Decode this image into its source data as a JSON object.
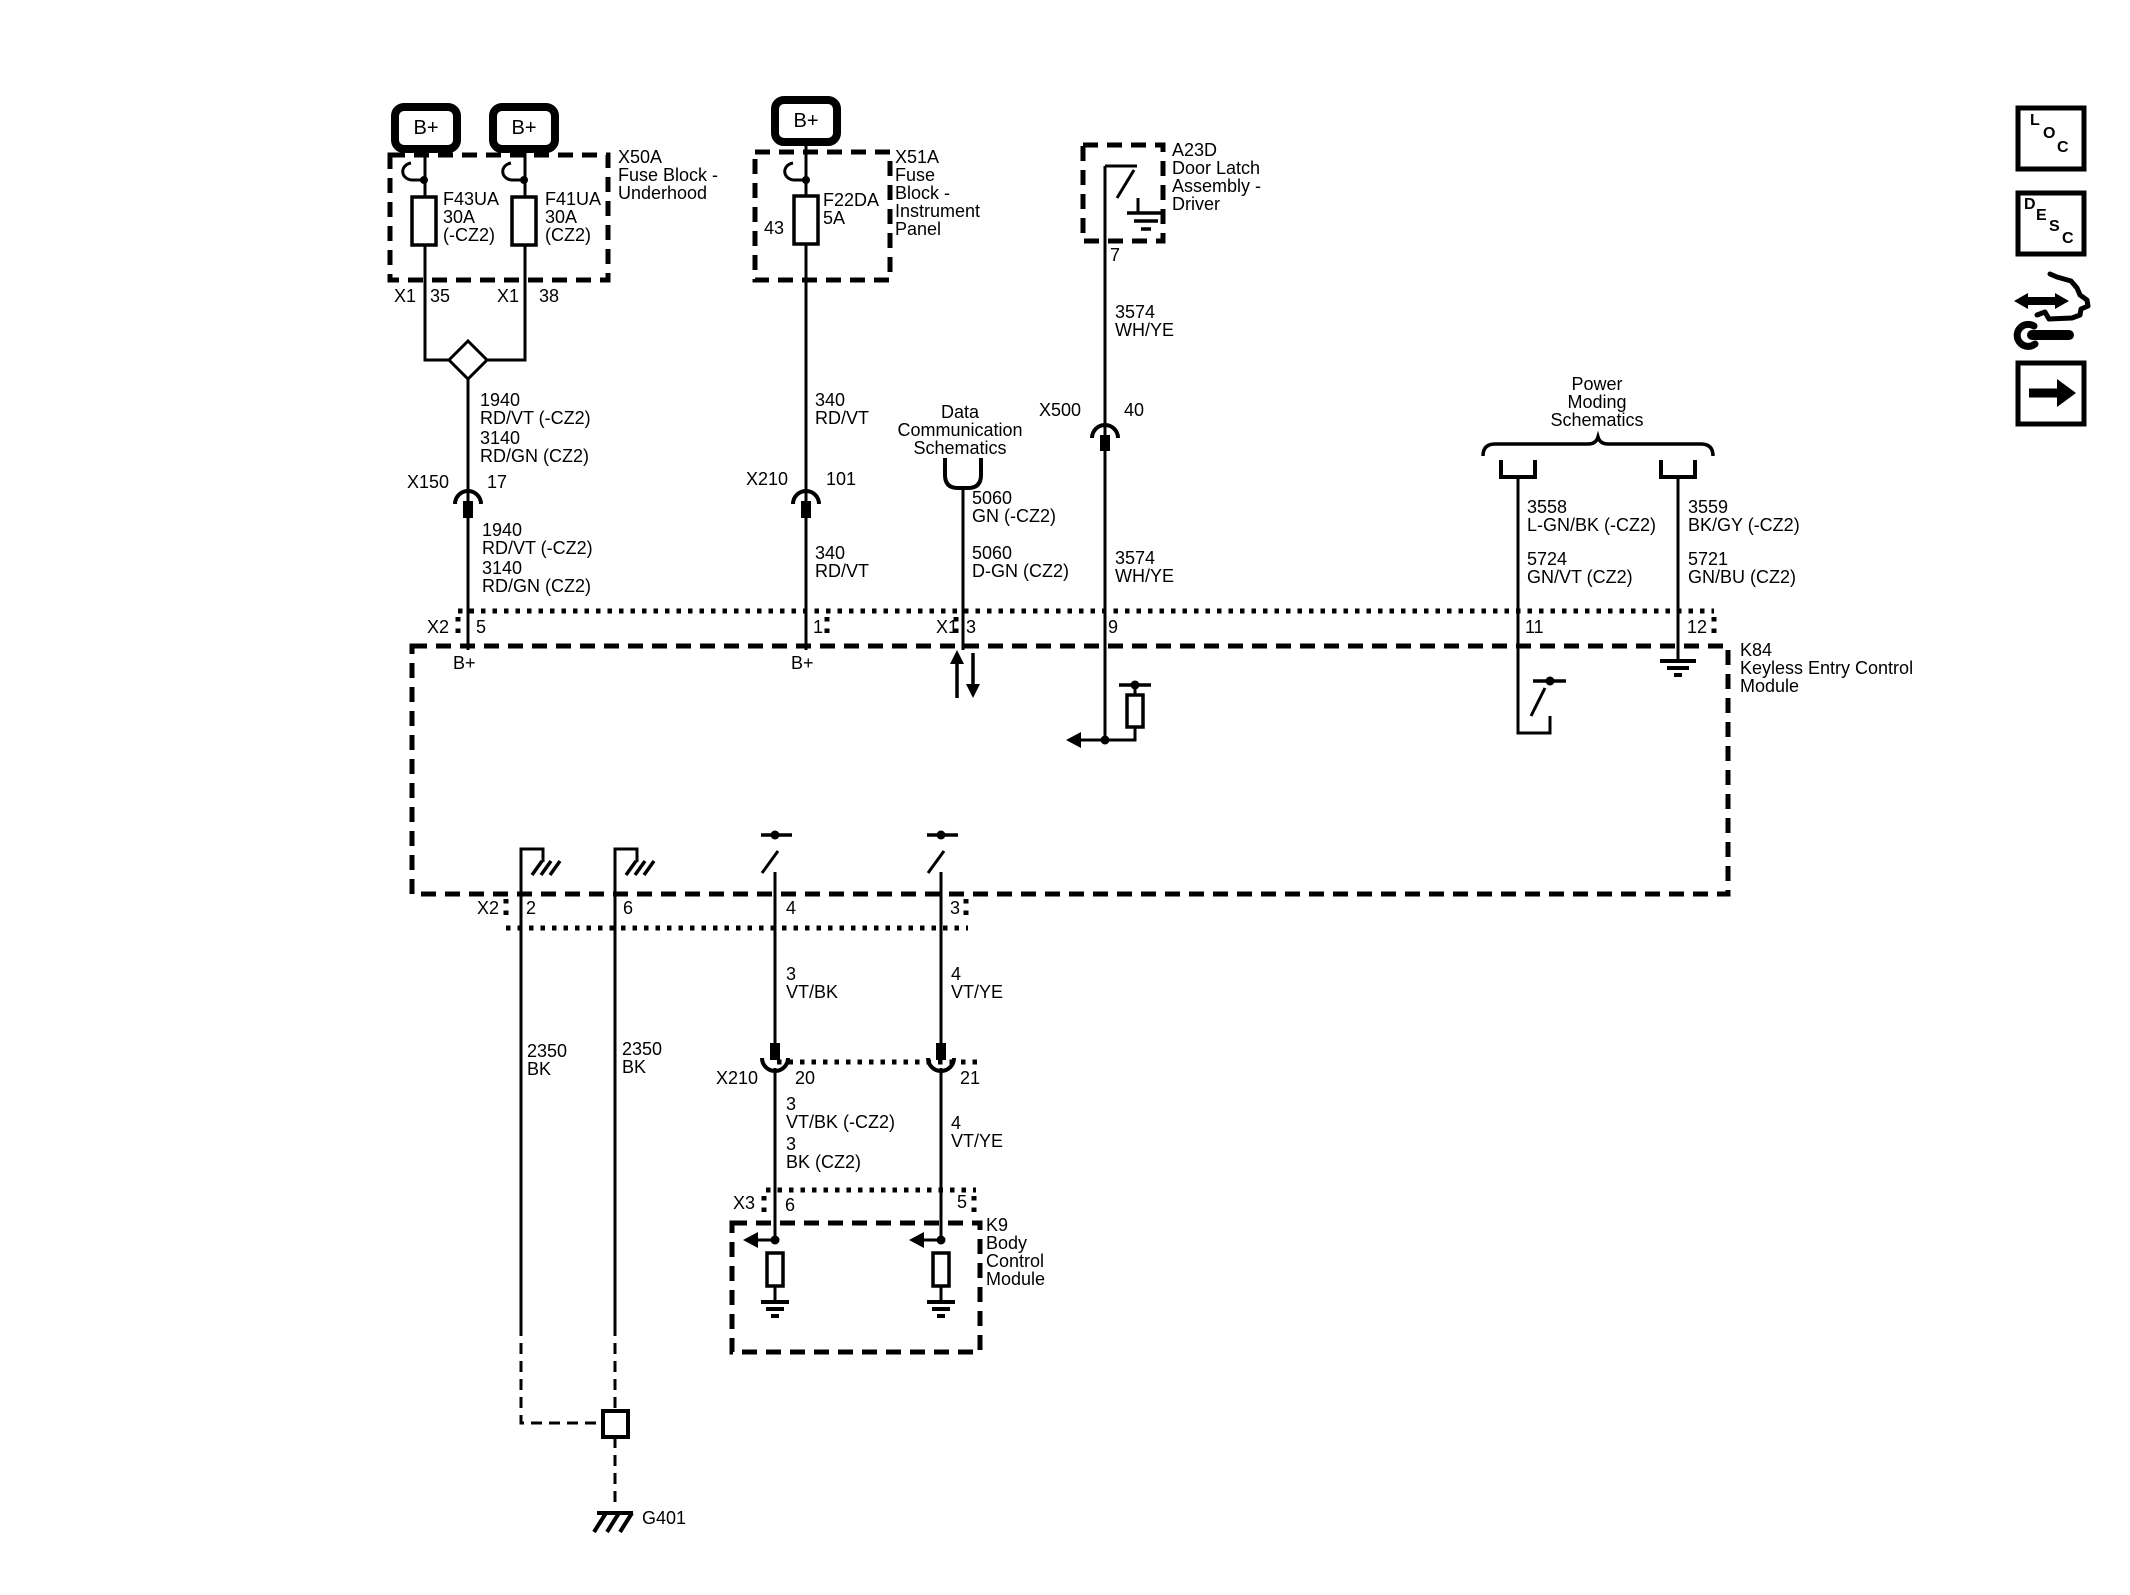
{
  "power": {
    "b1": "B+",
    "b2": "B+",
    "b3": "B+"
  },
  "x50a": {
    "title": [
      "X50A",
      "Fuse Block -",
      "Underhood"
    ],
    "fuse1": [
      "F43UA",
      "30A",
      "(-CZ2)"
    ],
    "fuse2": [
      "F41UA",
      "30A",
      "(CZ2)"
    ],
    "pins": [
      {
        "conn": "X1",
        "num": "35"
      },
      {
        "conn": "X1",
        "num": "38"
      }
    ]
  },
  "x51a": {
    "title": [
      "X51A",
      "Fuse",
      "Block -",
      "Instrument",
      "Panel"
    ],
    "fuse": [
      "F22DA",
      "5A"
    ],
    "pin": "43"
  },
  "a23d": {
    "title": [
      "A23D",
      "Door Latch",
      "Assembly -",
      "Driver"
    ],
    "pin": "7"
  },
  "refs": {
    "data_comm": [
      "Data",
      "Communication",
      "Schematics"
    ],
    "power_moding": [
      "Power",
      "Moding",
      "Schematics"
    ]
  },
  "wires": {
    "w1940_upper": [
      "1940",
      "RD/VT (-CZ2)"
    ],
    "w3140_upper": [
      "3140",
      "RD/GN (CZ2)"
    ],
    "w1940_lower": [
      "1940",
      "RD/VT (-CZ2)"
    ],
    "w3140_lower": [
      "3140",
      "RD/GN (CZ2)"
    ],
    "w340_upper": [
      "340",
      "RD/VT"
    ],
    "w340_lower": [
      "340",
      "RD/VT"
    ],
    "w5060_upper": [
      "5060",
      "GN (-CZ2)"
    ],
    "w5060_lower": [
      "5060",
      "D-GN (CZ2)"
    ],
    "w3574_upper": [
      "3574",
      "WH/YE"
    ],
    "w3574_lower": [
      "3574",
      "WH/YE"
    ],
    "w3558": [
      "3558",
      "L-GN/BK (-CZ2)"
    ],
    "w5724": [
      "5724",
      "GN/VT (CZ2)"
    ],
    "w3559": [
      "3559",
      "BK/GY (-CZ2)"
    ],
    "w5721": [
      "5721",
      "GN/BU (CZ2)"
    ],
    "w2350_a": [
      "2350",
      "BK"
    ],
    "w2350_b": [
      "2350",
      "BK"
    ],
    "w3vtbk": [
      "3",
      "VT/BK"
    ],
    "w4vtye": [
      "4",
      "VT/YE"
    ],
    "w3vtbk_cz": [
      "3",
      "VT/BK (-CZ2)"
    ],
    "w3bk_cz": [
      "3",
      "BK (CZ2)"
    ],
    "w4vtye_b": [
      "4",
      "VT/YE"
    ]
  },
  "connectors": {
    "x150": {
      "name": "X150",
      "pin": "17"
    },
    "x210_upper": {
      "name": "X210",
      "pin": "101"
    },
    "x500": {
      "name": "X500",
      "pin": "40"
    },
    "x210_lower": {
      "name": "X210",
      "pin_a": "20",
      "pin_b": "21"
    }
  },
  "k84": {
    "name": [
      "K84",
      "Keyless Entry Control",
      "Module"
    ],
    "top_pins": {
      "x2": "X2",
      "p5": "5",
      "p1": "1",
      "x1": "X1",
      "p3": "3",
      "p9": "9",
      "p11": "11",
      "p12": "12"
    },
    "bplus_left": "B+",
    "bplus_mid": "B+",
    "bottom_pins": {
      "x2": "X2",
      "p2": "2",
      "p6": "6",
      "p4": "4",
      "p3": "3"
    }
  },
  "k9": {
    "name": [
      "K9",
      "Body",
      "Control",
      "Module"
    ],
    "x3": "X3",
    "p6": "6",
    "p5": "5"
  },
  "ground_name": "G401",
  "nav": {
    "loc": [
      "L",
      "O",
      "C"
    ],
    "desc": [
      "D",
      "E",
      "S",
      "C"
    ]
  }
}
